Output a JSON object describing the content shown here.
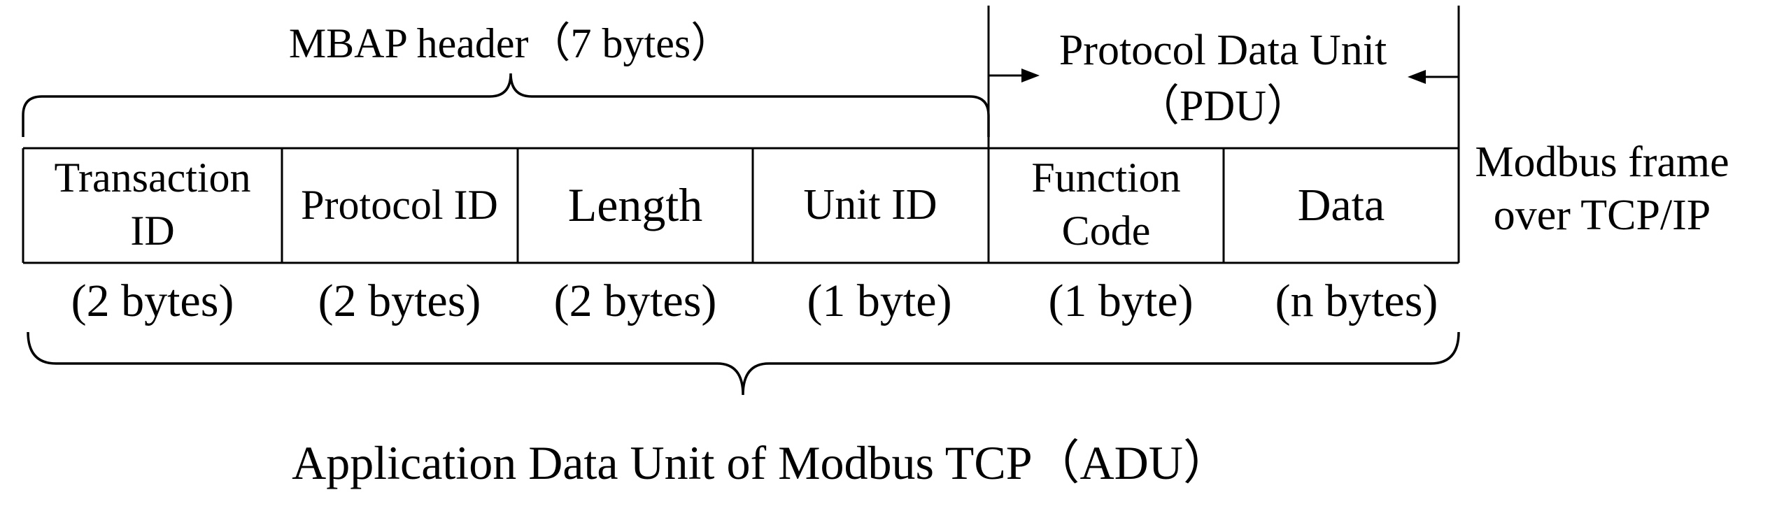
{
  "mbap_header": {
    "label": "MBAP header（7 bytes）"
  },
  "pdu": {
    "line1": "Protocol Data Unit",
    "line2": "（PDU）"
  },
  "fields": [
    {
      "name_lines": [
        "Transaction",
        "ID"
      ],
      "size": "(2 bytes)"
    },
    {
      "name_lines": [
        "Protocol ID"
      ],
      "size": "(2 bytes)"
    },
    {
      "name_lines": [
        "Length"
      ],
      "size": "(2 bytes)"
    },
    {
      "name_lines": [
        "Unit ID"
      ],
      "size": "(1 byte)"
    },
    {
      "name_lines": [
        "Function",
        "Code"
      ],
      "size": "(1 byte)"
    },
    {
      "name_lines": [
        "Data"
      ],
      "size": "(n bytes)"
    }
  ],
  "side_label": {
    "line1": "Modbus frame",
    "line2": "over TCP/IP"
  },
  "adu": {
    "label": "Application Data Unit of Modbus TCP（ADU）"
  }
}
